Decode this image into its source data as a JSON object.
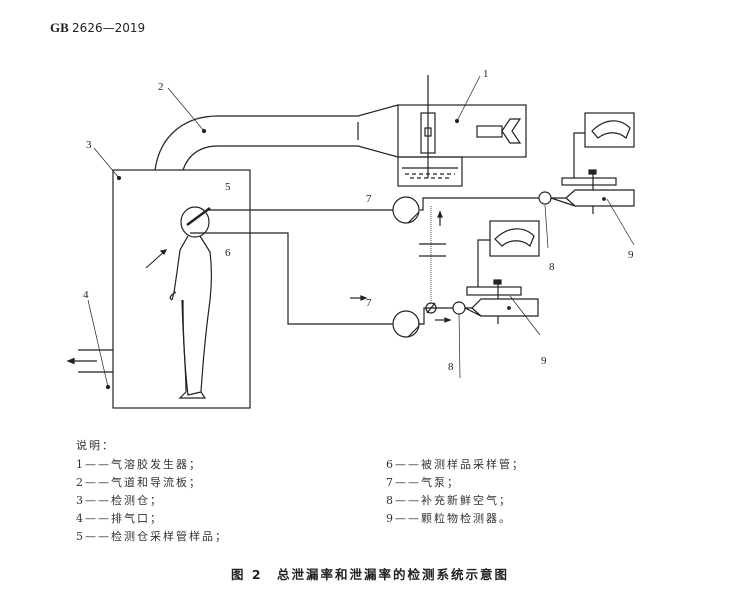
{
  "header": {
    "standard": "GB",
    "number": "2626—2019"
  },
  "diagram": {
    "labels": {
      "l1": "1",
      "l2": "2",
      "l3": "3",
      "l4": "4",
      "l5": "5",
      "l6": "6",
      "l7a": "7",
      "l7b": "7",
      "l8a": "8",
      "l8b": "8",
      "l9a": "9",
      "l9b": "9"
    }
  },
  "legend": {
    "title": "说明：",
    "items": [
      "1——气溶胶发生器；",
      "2——气道和导流板；",
      "3——检测仓；",
      "4——排气口；",
      "5——检测仓采样管样品；",
      "6——被测样品采样管；",
      "7——气泵；",
      "8——补充新鲜空气；",
      "9——颗粒物检测器。"
    ]
  },
  "caption": "图 2　总泄漏率和泄漏率的检测系统示意图"
}
